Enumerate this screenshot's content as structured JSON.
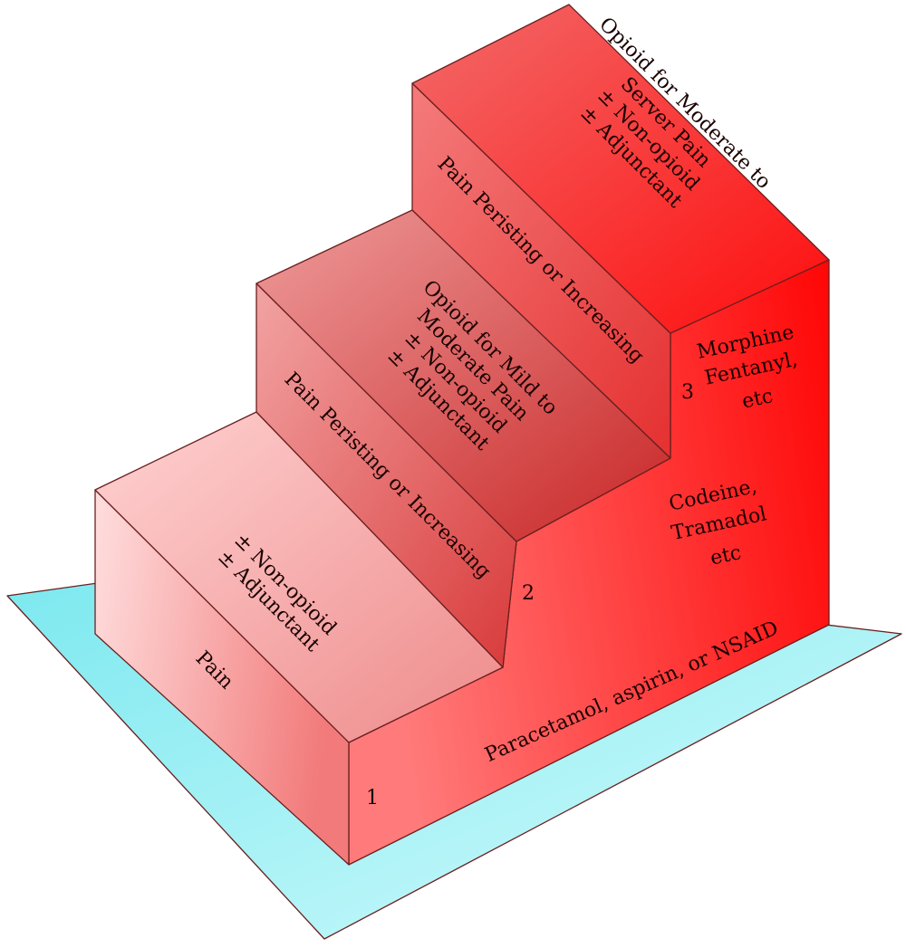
{
  "diagram": {
    "step1": {
      "tread": [
        "± Non-opioid",
        "± Adjunctant"
      ],
      "riser": "Pain",
      "side_drug": "Paracetamol, aspirin, or NSAID",
      "number": "1"
    },
    "step2": {
      "tread": [
        "Opioid for Mild to",
        "Moderate Pain",
        "± Non-opioid",
        "± Adjunctant"
      ],
      "riser": "Pain Peristing or Increasing",
      "side_drug": [
        "Codeine,",
        "Tramadol",
        "etc"
      ],
      "number": "2"
    },
    "step3": {
      "tread": [
        "Opioid for Moderate to",
        "Server Pain",
        "± Non-opioid",
        "± Adjunctant"
      ],
      "riser": "Pain Peristing or Increasing",
      "side_drug": [
        "Morphine",
        "Fentanyl,",
        "etc"
      ],
      "number": "3"
    },
    "colors": {
      "base": "#8ff0f4",
      "base_dark": "#bff8fa",
      "step_red": "#ff0a0a",
      "step_light": "#ffd3d3"
    }
  }
}
